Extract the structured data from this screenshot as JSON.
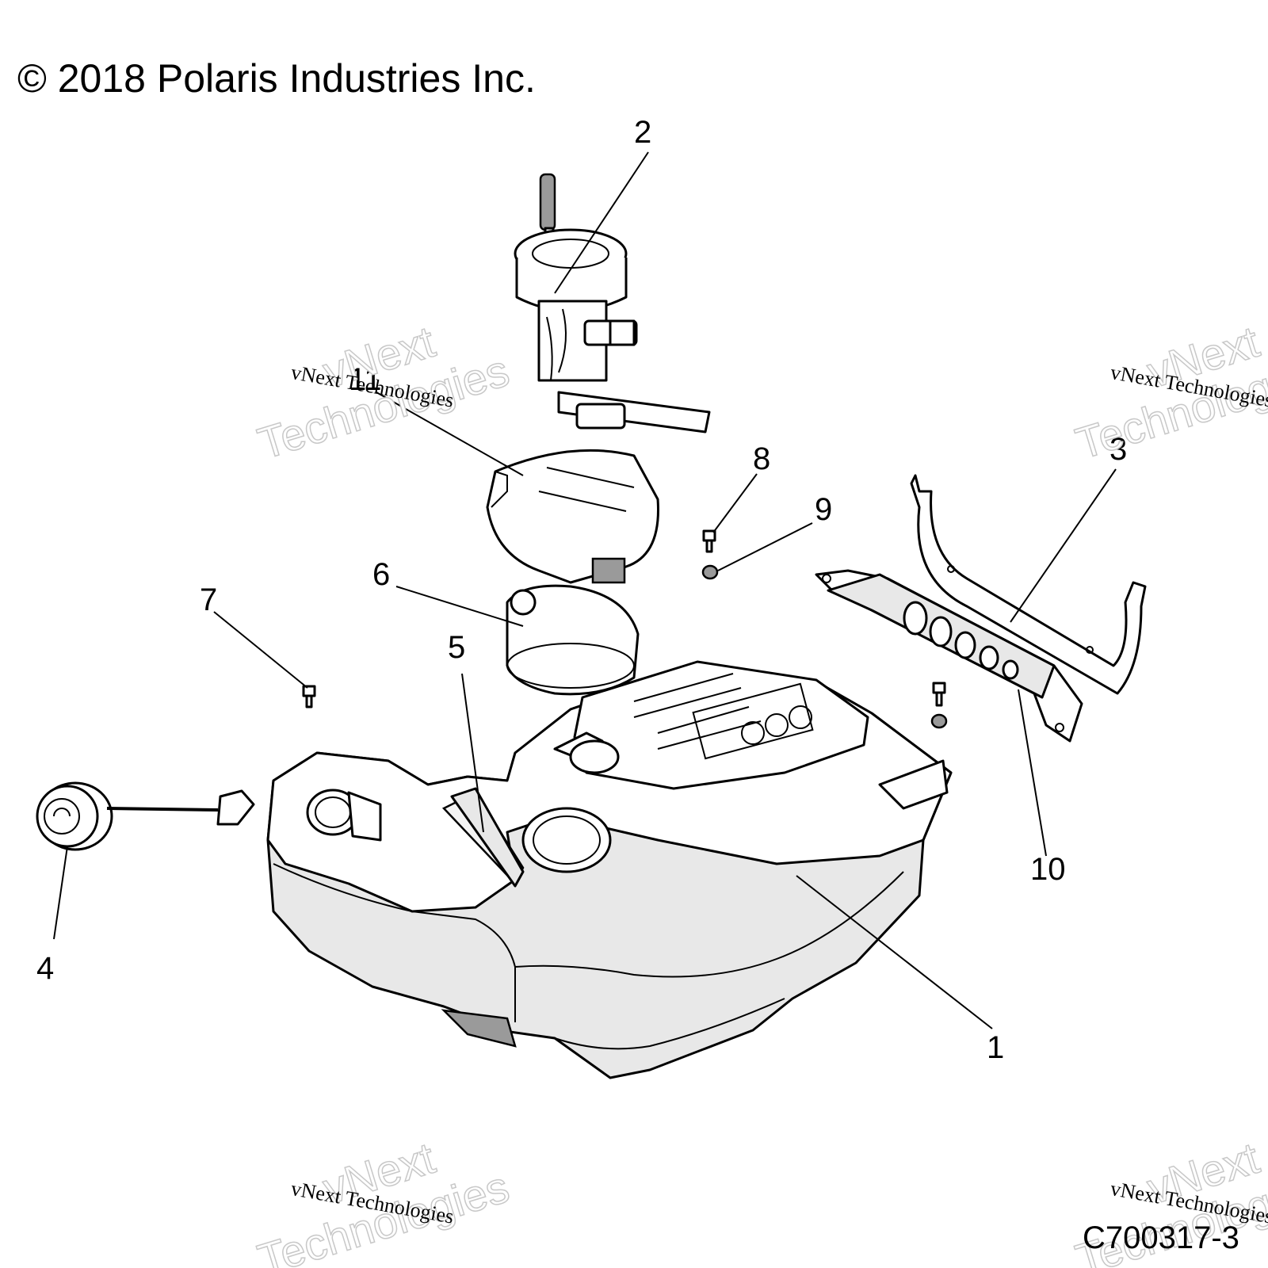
{
  "copyright": "© 2018 Polaris Industries Inc.",
  "figure_id": "C700317-3",
  "watermark": {
    "line1": "vNext",
    "line2": "Technologies",
    "caption": "vNext Technologies"
  },
  "callouts": {
    "p1": "1",
    "p2": "2",
    "p3": "3",
    "p4": "4",
    "p5": "5",
    "p6": "6",
    "p7": "7",
    "p8": "8",
    "p9": "9",
    "p10": "10",
    "p11": "11"
  }
}
